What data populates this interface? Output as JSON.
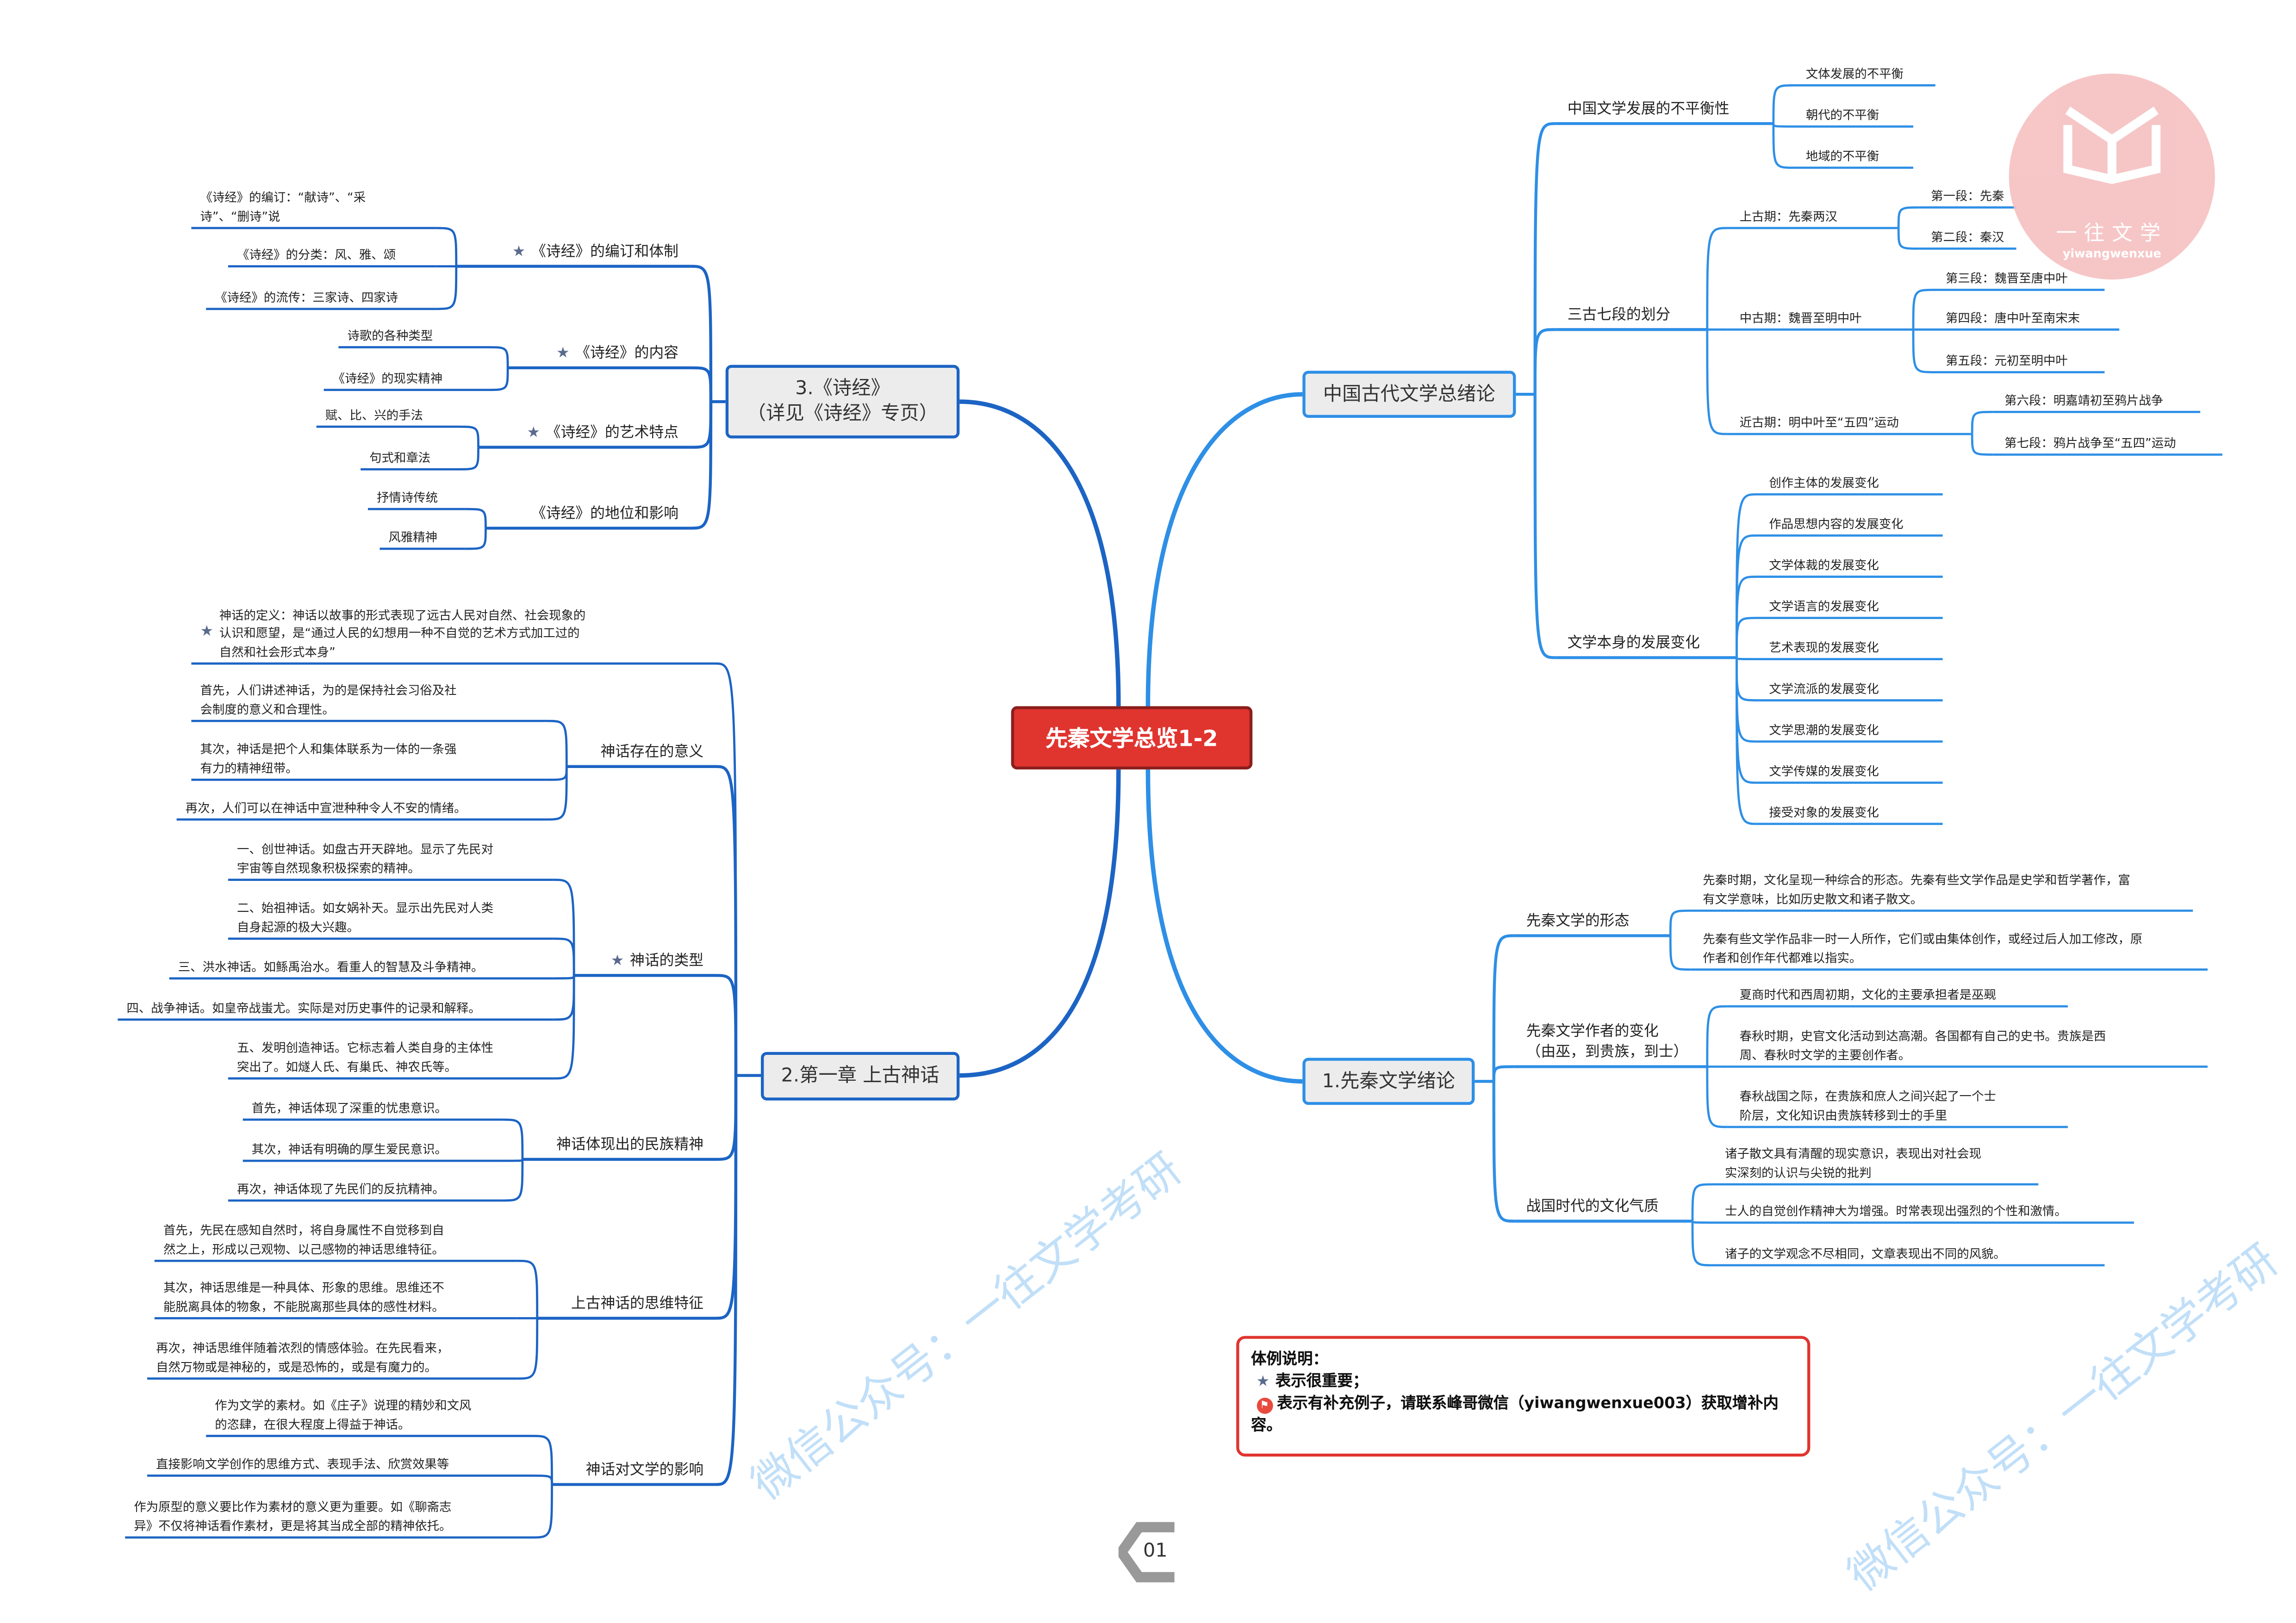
{
  "title": "先秦文学总览1-2",
  "branches": {
    "shijing": {
      "lines": [
        "3.《诗经》",
        "（详见《诗经》专页）"
      ],
      "children": [
        {
          "lines": [
            "《诗经》的编订和体制"
          ],
          "important": true,
          "children": [
            {
              "lines": [
                "《诗经》的编订：“献诗”、“采",
                "诗”、“删诗”说"
              ]
            },
            {
              "lines": [
                "《诗经》的分类：风、雅、颂"
              ]
            },
            {
              "lines": [
                "《诗经》的流传：三家诗、四家诗"
              ]
            }
          ]
        },
        {
          "lines": [
            "《诗经》的内容"
          ],
          "important": true,
          "children": [
            {
              "lines": [
                "诗歌的各种类型"
              ]
            },
            {
              "lines": [
                "《诗经》的现实精神"
              ]
            }
          ]
        },
        {
          "lines": [
            "《诗经》的艺术特点"
          ],
          "important": true,
          "children": [
            {
              "lines": [
                "赋、比、兴的手法"
              ]
            },
            {
              "lines": [
                "句式和章法"
              ]
            }
          ]
        },
        {
          "lines": [
            "《诗经》的地位和影响"
          ],
          "children": [
            {
              "lines": [
                "抒情诗传统"
              ]
            },
            {
              "lines": [
                "风雅精神"
              ]
            }
          ]
        }
      ]
    },
    "shenhua": {
      "lines": [
        "2.第一章 上古神话"
      ],
      "children": [
        {
          "lines": [
            "神话的定义：神话以故事的形式表现了远古人民对自然、社会现象的",
            "认识和愿望，是“通过人民的幻想用一种不自觉的艺术方式加工过的",
            "自然和社会形式本身”"
          ],
          "important": true
        },
        {
          "lines": [
            "神话存在的意义"
          ],
          "children": [
            {
              "lines": [
                "首先，人们讲述神话，为的是保持社会习俗及社",
                "会制度的意义和合理性。"
              ]
            },
            {
              "lines": [
                "其次，神话是把个人和集体联系为一体的一条强",
                "有力的精神纽带。"
              ]
            },
            {
              "lines": [
                "再次，人们可以在神话中宣泄种种令人不安的情绪。"
              ]
            }
          ]
        },
        {
          "lines": [
            "神话的类型"
          ],
          "important": true,
          "children": [
            {
              "lines": [
                "一、创世神话。如盘古开天辟地。显示了先民对",
                "宇宙等自然现象积极探索的精神。"
              ]
            },
            {
              "lines": [
                "二、始祖神话。如女娲补天。显示出先民对人类",
                "自身起源的极大兴趣。"
              ]
            },
            {
              "lines": [
                "三、洪水神话。如鲧禹治水。看重人的智慧及斗争精神。"
              ]
            },
            {
              "lines": [
                "四、战争神话。如皇帝战蚩尤。实际是对历史事件的记录和解释。"
              ]
            },
            {
              "lines": [
                "五、发明创造神话。它标志着人类自身的主体性",
                "突出了。如燧人氏、有巢氏、神农氏等。"
              ]
            }
          ]
        },
        {
          "lines": [
            "神话体现出的民族精神"
          ],
          "children": [
            {
              "lines": [
                "首先，神话体现了深重的忧患意识。"
              ]
            },
            {
              "lines": [
                "其次，神话有明确的厚生爱民意识。"
              ]
            },
            {
              "lines": [
                "再次，神话体现了先民们的反抗精神。"
              ]
            }
          ]
        },
        {
          "lines": [
            "上古神话的思维特征"
          ],
          "children": [
            {
              "lines": [
                "首先，先民在感知自然时，将自身属性不自觉移到自",
                "然之上，形成以己观物、以己感物的神话思维特征。"
              ]
            },
            {
              "lines": [
                "其次，神话思维是一种具体、形象的思维。思维还不",
                "能脱离具体的物象，不能脱离那些具体的感性材料。"
              ]
            },
            {
              "lines": [
                "再次，神话思维伴随着浓烈的情感体验。在先民看来，",
                "自然万物或是神秘的，或是恐怖的，或是有魔力的。"
              ]
            }
          ]
        },
        {
          "lines": [
            "神话对文学的影响"
          ],
          "children": [
            {
              "lines": [
                "作为文学的素材。如《庄子》说理的精妙和文风",
                "的恣肆，在很大程度上得益于神话。"
              ]
            },
            {
              "lines": [
                "直接影响文学创作的思维方式、表现手法、欣赏效果等"
              ]
            },
            {
              "lines": [
                "作为原型的意义要比作为素材的意义更为重要。如《聊斋志",
                "异》不仅将神话看作素材，更是将其当成全部的精神依托。"
              ]
            }
          ]
        }
      ]
    },
    "zongxulun": {
      "lines": [
        "中国古代文学总绪论"
      ],
      "children": [
        {
          "lines": [
            "中国文学发展的不平衡性"
          ],
          "children": [
            {
              "lines": [
                "文体发展的不平衡"
              ]
            },
            {
              "lines": [
                "朝代的不平衡"
              ]
            },
            {
              "lines": [
                "地域的不平衡"
              ]
            }
          ]
        },
        {
          "lines": [
            "三古七段的划分"
          ],
          "children": [
            {
              "lines": [
                "上古期：先秦两汉"
              ],
              "children": [
                {
                  "lines": [
                    "第一段：先秦"
                  ]
                },
                {
                  "lines": [
                    "第二段：秦汉"
                  ]
                }
              ]
            },
            {
              "lines": [
                "中古期：魏晋至明中叶"
              ],
              "children": [
                {
                  "lines": [
                    "第三段：魏晋至唐中叶"
                  ]
                },
                {
                  "lines": [
                    "第四段：唐中叶至南宋末"
                  ]
                },
                {
                  "lines": [
                    "第五段：元初至明中叶"
                  ]
                }
              ]
            },
            {
              "lines": [
                "近古期：明中叶至“五四”运动"
              ],
              "children": [
                {
                  "lines": [
                    "第六段：明嘉靖初至鸦片战争"
                  ]
                },
                {
                  "lines": [
                    "第七段：鸦片战争至“五四”运动"
                  ]
                }
              ]
            }
          ]
        },
        {
          "lines": [
            "文学本身的发展变化"
          ],
          "children": [
            {
              "lines": [
                "创作主体的发展变化"
              ]
            },
            {
              "lines": [
                "作品思想内容的发展变化"
              ]
            },
            {
              "lines": [
                "文学体裁的发展变化"
              ]
            },
            {
              "lines": [
                "文学语言的发展变化"
              ]
            },
            {
              "lines": [
                "艺术表现的发展变化"
              ]
            },
            {
              "lines": [
                "文学流派的发展变化"
              ]
            },
            {
              "lines": [
                "文学思潮的发展变化"
              ]
            },
            {
              "lines": [
                "文学传媒的发展变化"
              ]
            },
            {
              "lines": [
                "接受对象的发展变化"
              ]
            }
          ]
        }
      ]
    },
    "xianqin": {
      "lines": [
        "1.先秦文学绪论"
      ],
      "children": [
        {
          "lines": [
            "先秦文学的形态"
          ],
          "children": [
            {
              "lines": [
                "先秦时期，文化呈现一种综合的形态。先秦有些文学作品是史学和哲学著作，富",
                "有文学意味，比如历史散文和诸子散文。"
              ]
            },
            {
              "lines": [
                "先秦有些文学作品非一时一人所作，它们或由集体创作，或经过后人加工修改，原",
                "作者和创作年代都难以指实。"
              ]
            }
          ]
        },
        {
          "lines": [
            "先秦文学作者的变化",
            "（由巫，到贵族，到士）"
          ],
          "children": [
            {
              "lines": [
                "夏商时代和西周初期，文化的主要承担者是巫觋"
              ]
            },
            {
              "lines": [
                "春秋时期，史官文化活动到达高潮。各国都有自己的史书。贵族是西",
                "周、春秋时文学的主要创作者。"
              ]
            },
            {
              "lines": [
                "春秋战国之际，在贵族和庶人之间兴起了一个士",
                "阶层，文化知识由贵族转移到士的手里"
              ]
            }
          ]
        },
        {
          "lines": [
            "战国时代的文化气质"
          ],
          "children": [
            {
              "lines": [
                "诸子散文具有清醒的现实意识，表现出对社会现",
                "实深刻的认识与尖锐的批判"
              ]
            },
            {
              "lines": [
                "士人的自觉创作精神大为增强。时常表现出强烈的个性和激情。"
              ]
            },
            {
              "lines": [
                "诸子的文学观念不尽相同，文章表现出不同的风貌。"
              ]
            }
          ]
        }
      ]
    }
  },
  "legend": {
    "title": "体例说明：",
    "important_text": "表示很重要；",
    "supplement_text": "表示有补充例子，请联系峰哥微信（yiwangwenxue003）获取增补内容。"
  },
  "logo": {
    "name": "一往文学",
    "pinyin": "yiwangwenxue"
  },
  "watermark": "微信公众号：一往文学考研",
  "page_number": "01",
  "colors": {
    "center": "#e0342f",
    "left_branch": "#1c64c4",
    "right_branch": "#2e8fe6",
    "star": "#5a6a8e"
  }
}
